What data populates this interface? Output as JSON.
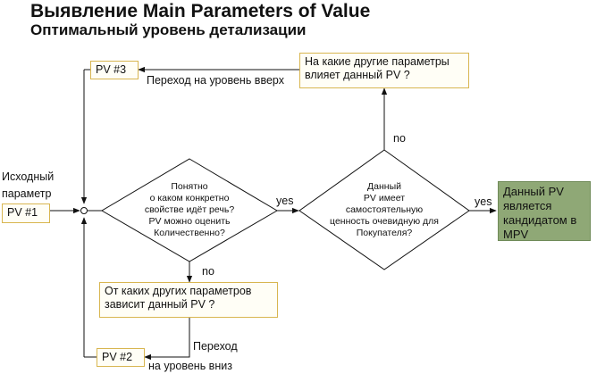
{
  "header": {
    "title": "Выявление Main Parameters of Value",
    "subtitle": "Оптимальный уровень детализации"
  },
  "input": {
    "caption_line1": "Исходный",
    "caption_line2": "параметр",
    "box": "PV #1"
  },
  "decision1": "Понятно\nо каком конкретно\nсвойстве идёт речь?\nPV можно оценить\nКоличественно?",
  "decision2": "Данный\nPV имеет\nсамостоятельную\nценность очевидную для\nПокупателя?",
  "boxes": {
    "pv3": "PV #3",
    "pv2": "PV #2",
    "up_question": "На какие другие параметры влияет данный  PV ?",
    "down_question": "От каких других параметров зависит данный PV ?",
    "result": "Данный PV является кандидатом в MPV"
  },
  "labels": {
    "yes1": "yes",
    "yes2": "yes",
    "no_up": "no",
    "no_down": "no",
    "go_up": "Переход на уровень вверх",
    "go_down_line1": "Переход",
    "go_down_line2": "на уровень вниз"
  },
  "colors": {
    "box_border": "#d8b650",
    "result_fill": "#8fa876",
    "line": "#111111"
  }
}
